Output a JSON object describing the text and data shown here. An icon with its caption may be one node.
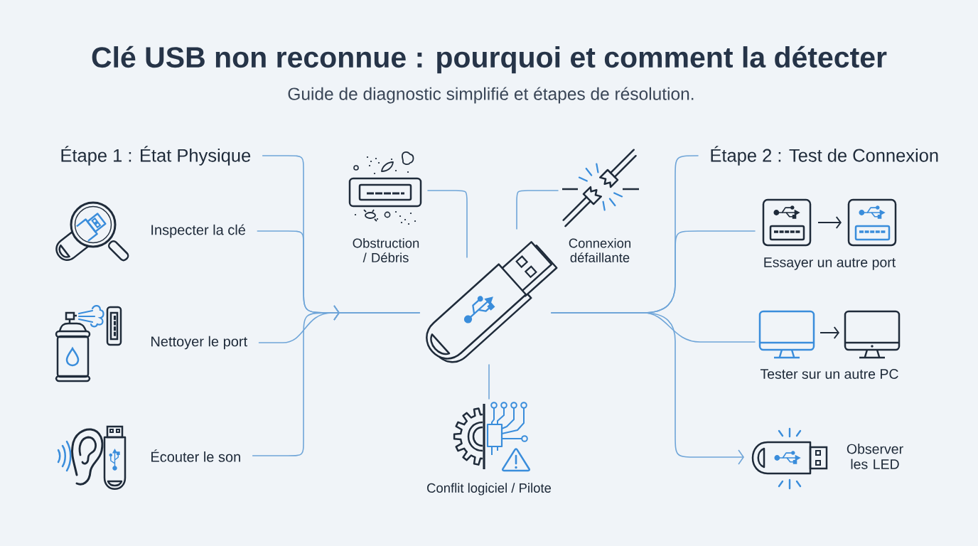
{
  "diagram": {
    "title": "Clé USB non reconnue : pourquoi et comment la détecter",
    "nodes": [
      {
        "text": [
          "Étape 1 : État Physique"
        ]
      },
      {
        "text": [
          "Inspecter la clé"
        ]
      },
      {
        "text": [
          "Nettoyer le port"
        ]
      },
      {
        "text": [
          "Écouter le son"
        ]
      },
      {
        "text": [],
        "shape": "picture",
        "beside": [
          "Obstruction / Débris"
        ]
      },
      {
        "text": [],
        "shape": "picture",
        "beside": [
          "Connexion défaillante"
        ]
      },
      {
        "text": [],
        "shape": "picture"
      },
      {
        "text": [],
        "shape": "picture",
        "beside": [
          "Conflit logiciel / Pilote"
        ]
      },
      {
        "text": [
          "Étape 2 : Test de Connexion"
        ]
      },
      {
        "text": [],
        "shape": "picture",
        "beside": [
          "Essayer un autre port"
        ]
      },
      {
        "text": [],
        "shape": "picture",
        "beside": [
          "Tester sur un autre PC"
        ]
      },
      {
        "text": [],
        "shape": "picture",
        "beside": [
          "Observer les LED"
        ]
      }
    ],
    "edges": [
      {
        "from": 0,
        "to": 6,
        "arrow": "to"
      },
      {
        "from": 1,
        "to": 6,
        "arrow": "to"
      },
      {
        "from": 2,
        "to": 6,
        "arrow": "to"
      },
      {
        "from": 3,
        "to": 6,
        "arrow": "to"
      },
      {
        "from": 4,
        "to": 6,
        "arrow": "none"
      },
      {
        "from": 5,
        "to": 6,
        "arrow": "none"
      },
      {
        "from": 6,
        "to": 7,
        "arrow": "none"
      },
      {
        "from": 6,
        "to": 8,
        "arrow": "none"
      },
      {
        "from": 6,
        "to": 9,
        "arrow": "none"
      },
      {
        "from": 6,
        "to": 10,
        "arrow": "none"
      },
      {
        "from": 6,
        "to": 11,
        "arrow": "to"
      }
    ],
    "labels": [
      "Guide de diagnostic simplifié et étapes de résolution."
    ]
  }
}
